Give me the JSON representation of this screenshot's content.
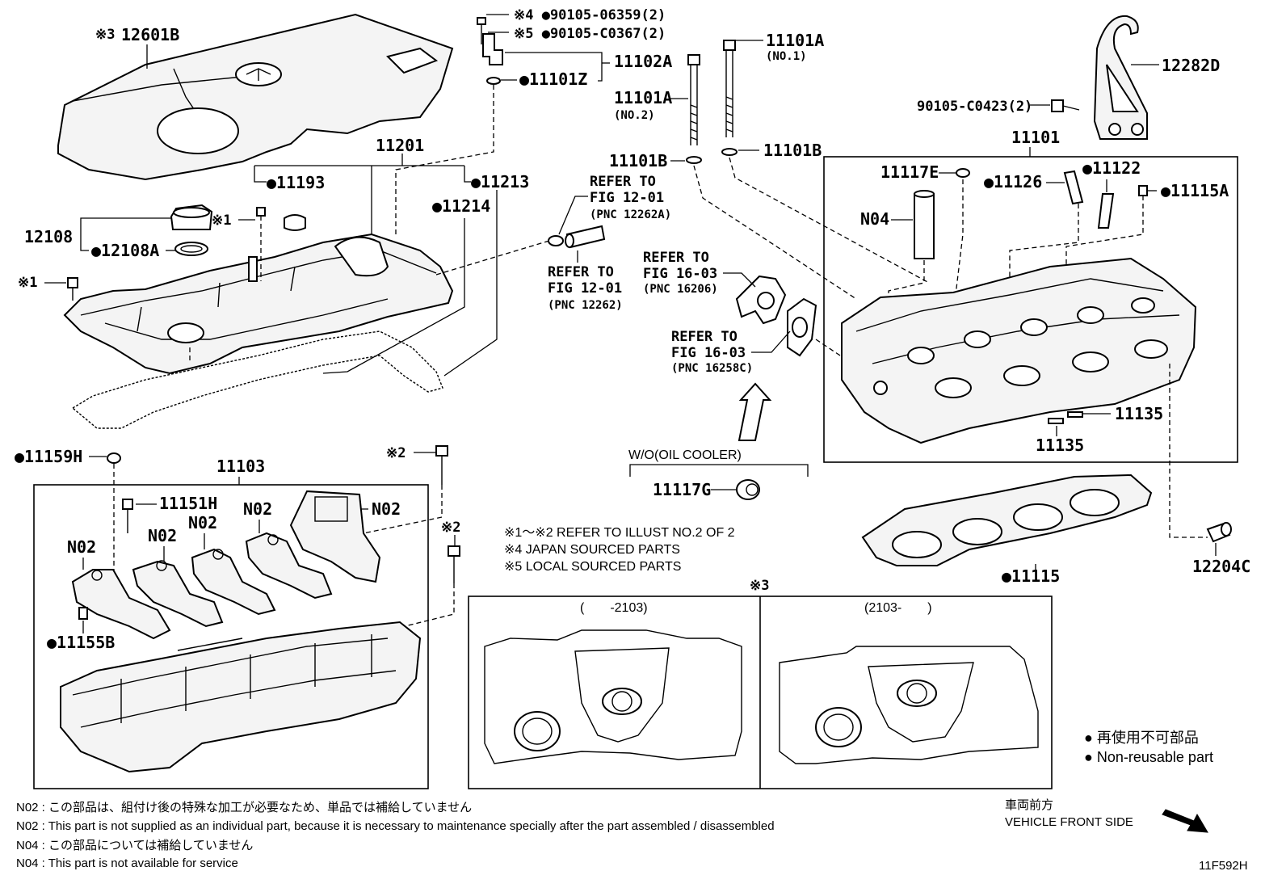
{
  "labels": {
    "p12601B": "12601B",
    "p12601B_mark": "※3",
    "p90105_06359": "※4 ●90105-06359(2)",
    "p90105_C0367": "※5 ●90105-C0367(2)",
    "p11102A": "11102A",
    "p11101Z": "●11101Z",
    "p11101A_no1": "11101A",
    "p11101A_no1_sub": "(NO.1)",
    "p11101A_no2": "11101A",
    "p11101A_no2_sub": "(NO.2)",
    "p11101B_left": "11101B",
    "p11101B_right": "11101B",
    "p12282D": "12282D",
    "p90105_C0423": "90105-C0423(2)",
    "p11101": "11101",
    "p11117E": "11117E",
    "p11126": "●11126",
    "p11122": "●11122",
    "p11115A": "●11115A",
    "pN04": "N04",
    "p11201": "11201",
    "p11193": "●11193",
    "p11213": "●11213",
    "p11214": "●11214",
    "p12108": "12108",
    "p12108A": "●12108A",
    "pX1_a": "※1",
    "pX1_b": "※1",
    "p11159H": "●11159H",
    "p11103": "11103",
    "pX2_a": "※2",
    "pX2_b": "※2",
    "p11151H": "11151H",
    "pN02_1": "N02",
    "pN02_2": "N02",
    "pN02_3": "N02",
    "pN02_4": "N02",
    "pN02_5": "N02",
    "p11155B": "●11155B",
    "p11135_a": "11135",
    "p11135_b": "11135",
    "p11115": "●11115",
    "p12204C": "12204C",
    "p11117G": "11117G",
    "woc": "W/O(OIL COOLER)",
    "x3": "※3",
    "range_left": "(　　-2103)",
    "range_right": "(2103-　　)",
    "diagram_code": "11F592H"
  },
  "refers": [
    {
      "line1": "REFER TO",
      "line2": "FIG 12-01",
      "line3": "(PNC 12262A)"
    },
    {
      "line1": "REFER TO",
      "line2": "FIG 12-01",
      "line3": "(PNC 12262)"
    },
    {
      "line1": "REFER TO",
      "line2": "FIG 16-03",
      "line3": "(PNC 16206)"
    },
    {
      "line1": "REFER TO",
      "line2": "FIG 16-03",
      "line3": "(PNC 16258C)"
    }
  ],
  "notes": [
    "※1～※2  REFER TO ILLUST NO.2 OF 2",
    "※4 JAPAN SOURCED PARTS",
    "※5 LOCAL SOURCED PARTS"
  ],
  "legend": {
    "ja": "● 再使用不可部品",
    "en": "● Non-reusable part"
  },
  "direction": {
    "ja": "車両前方",
    "en": "VEHICLE FRONT SIDE"
  },
  "footnotes": [
    "N02 : この部品は、組付け後の特殊な加工が必要なため、単品では補給していません",
    "N02 : This part is not supplied as an individual part, because it is necessary to maintenance specially after the part assembled / disassembled",
    "N04 : この部品については補給していません",
    "N04 : This part is not available for service"
  ]
}
